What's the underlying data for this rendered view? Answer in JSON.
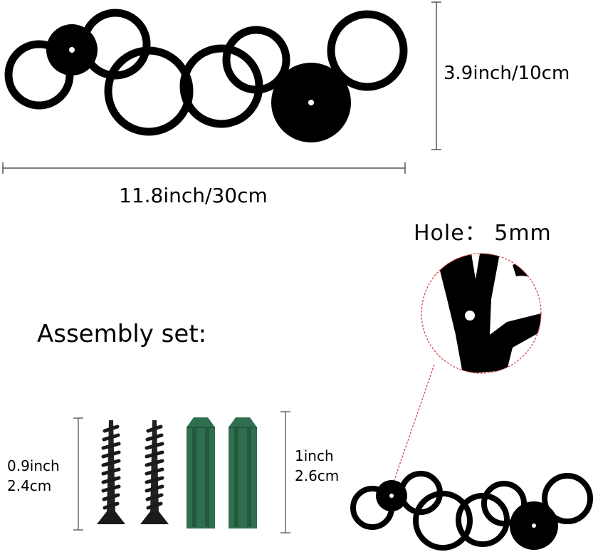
{
  "dimensions": {
    "height": "3.9inch/10cm",
    "width": "11.8inch/30cm"
  },
  "hole": {
    "label": "Hole： 5mm",
    "diameter_mm": 5
  },
  "assembly": {
    "title": "Assembly set:",
    "screw_length": {
      "line1": "0.9inch",
      "line2": "2.4cm"
    },
    "anchor_length": {
      "line1": "1inch",
      "line2": "2.6cm"
    },
    "screw_count": 2,
    "anchor_count": 2
  },
  "colors": {
    "product": "#000000",
    "anchor": "#2f6e4f",
    "anchor_shade": "#24593f",
    "callout": "#d9393f",
    "dimension_line": "#555555"
  }
}
